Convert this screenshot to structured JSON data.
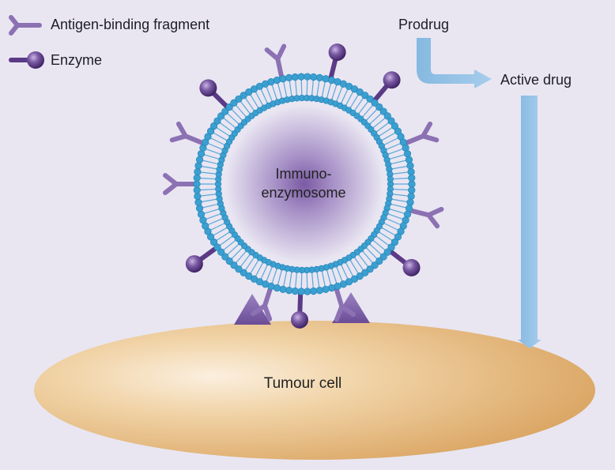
{
  "legend": {
    "antibody": "Antigen-binding fragment",
    "enzyme": "Enzyme"
  },
  "flow": {
    "prodrug": "Prodrug",
    "active_drug": "Active drug"
  },
  "liposome": {
    "line1": "Immuno-",
    "line2": "enzymosome"
  },
  "cell": {
    "label": "Tumour cell"
  },
  "colors": {
    "background": "#e9e6f2",
    "purple": "#7a5aa3",
    "dark_purple": "#5b3a86",
    "lipid_head": "#3b9fd0",
    "lipid_tail": "#5aa7d6",
    "arrow": "#94c3e6",
    "cell": "#ecc890"
  },
  "surface_items": [
    {
      "type": "antibody",
      "angle_deg": -102
    },
    {
      "type": "enzyme",
      "angle_deg": -76
    },
    {
      "type": "enzyme",
      "angle_deg": -50
    },
    {
      "type": "antibody",
      "angle_deg": -22
    },
    {
      "type": "antibody",
      "angle_deg": 14
    },
    {
      "type": "enzyme",
      "angle_deg": 38
    },
    {
      "type": "antibody",
      "angle_deg": 73
    },
    {
      "type": "enzyme",
      "angle_deg": 92
    },
    {
      "type": "antibody",
      "angle_deg": 108
    },
    {
      "type": "enzyme",
      "angle_deg": 144
    },
    {
      "type": "antibody",
      "angle_deg": 180
    },
    {
      "type": "antibody",
      "angle_deg": 202
    },
    {
      "type": "enzyme",
      "angle_deg": 225
    }
  ]
}
